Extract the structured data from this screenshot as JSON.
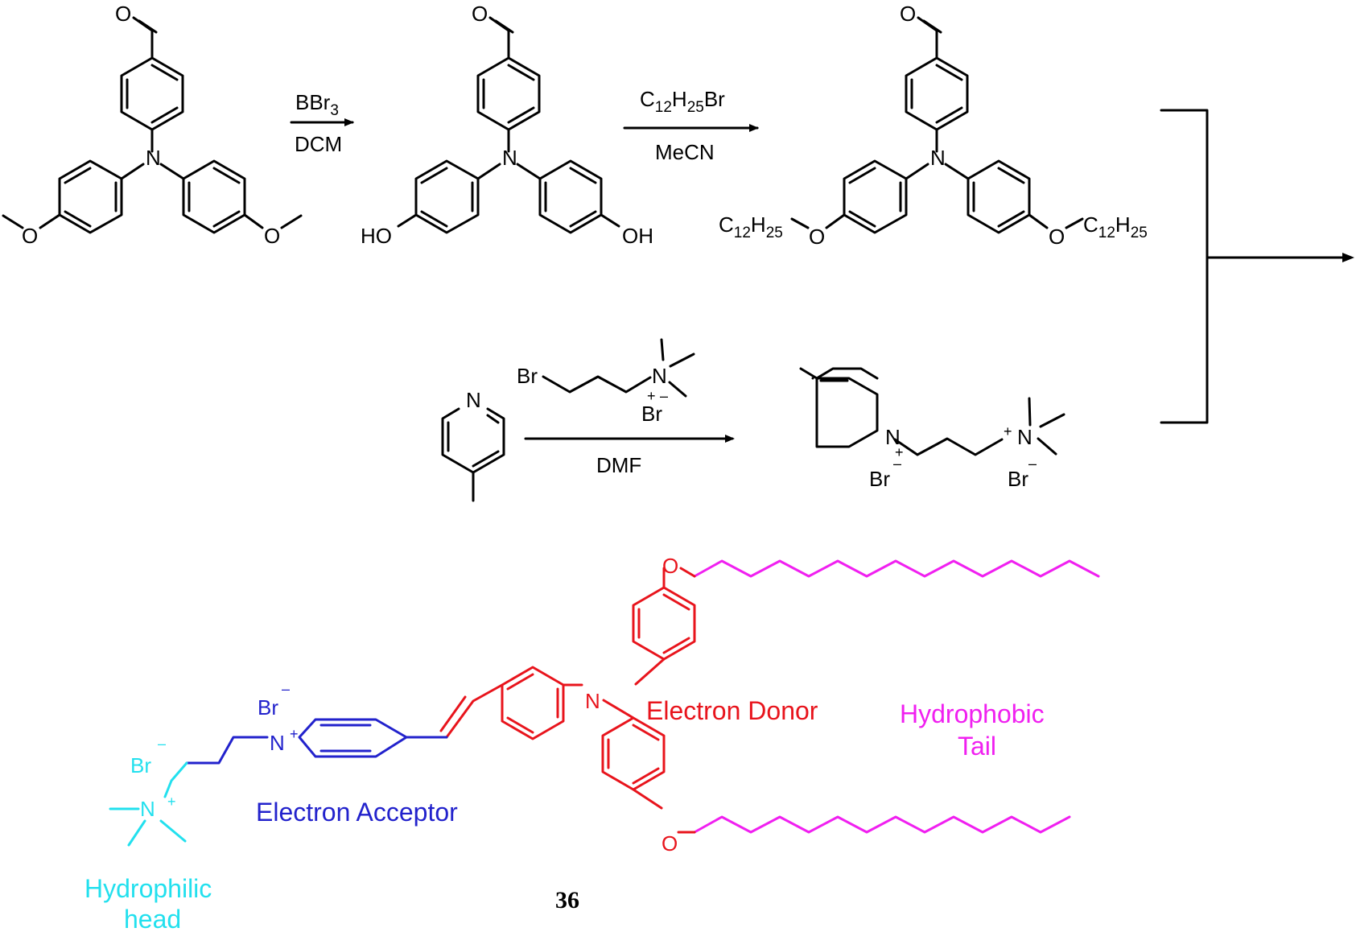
{
  "colors": {
    "black": "#000000",
    "donor": "#e8141c",
    "acceptor": "#2222cc",
    "head": "#22e0ee",
    "tail": "#f020f0"
  },
  "reactions": {
    "r1": {
      "reagent": "BBr3",
      "solvent": "DCM"
    },
    "r2": {
      "reagent": "C12H25Br",
      "solvent": "MeCN"
    },
    "r3": {
      "solvent": "DMF"
    }
  },
  "atoms": {
    "O": "O",
    "N": "N",
    "HO": "HO",
    "OH": "OH",
    "Br": "Br",
    "chain": "C12H25"
  },
  "regions": {
    "hydrophilic_head": "Hydrophilic head",
    "electron_acceptor": "Electron Acceptor",
    "electron_donor": "Electron Donor",
    "hydrophobic_tail": "Hydrophobic Tail"
  },
  "compound_number": "36"
}
